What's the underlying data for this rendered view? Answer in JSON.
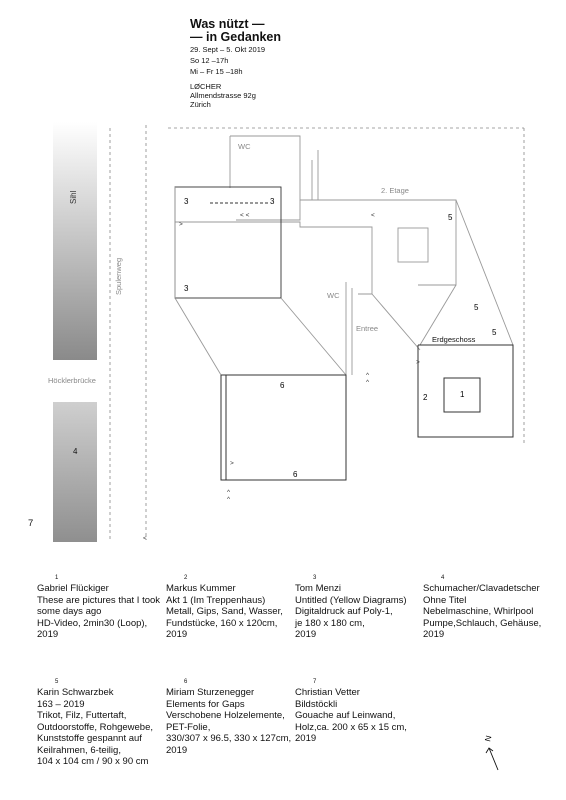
{
  "header": {
    "title_line1": "Was nützt —",
    "title_line2": "— in Gedanken",
    "dates": [
      "29. Sept – 5. Okt 2019",
      "So 12 –17h",
      "Mi – Fr 15 –18h"
    ],
    "venue": [
      "LØCHER",
      "Allmendstrasse 92g",
      "Zürich"
    ]
  },
  "map": {
    "sihl": "Sihl",
    "spulenweg": "Spulenweg",
    "hoecklerbruecke": "Höcklerbrücke",
    "river_number": "4",
    "wc_top": "WC",
    "wc_mid": "WC",
    "etage": "2. Etage",
    "entree": "Entree",
    "erdgeschoss": "Erdgeschoss",
    "room_numbers": {
      "r3a": "3",
      "r3b": "3",
      "r3c": "3",
      "r5a": "5",
      "r5b": "5",
      "r5c": "5",
      "r6a": "6",
      "r6b": "6",
      "r2": "2",
      "r1": "1"
    },
    "arrows": {
      "a1": "< <",
      "a2": "<",
      "a3": ">",
      "a4": ">",
      "a5": "^",
      "a6": "^",
      "a7": ">",
      "a8": "^",
      "a9": "^",
      "a10": "<"
    },
    "north": "N"
  },
  "corner_number": "7",
  "works": [
    {
      "num": "1",
      "lines": [
        "Gabriel Flückiger",
        "These are pictures that I took",
        "some days ago",
        "HD-Video, 2min30 (Loop),",
        "2019"
      ]
    },
    {
      "num": "2",
      "lines": [
        "Markus Kummer",
        "Akt 1 (Im Treppenhaus)",
        "Metall, Gips, Sand, Wasser,",
        "Fundstücke, 160 x 120cm,",
        "2019"
      ]
    },
    {
      "num": "3",
      "lines": [
        "Tom Menzi",
        "Untitled (Yellow Diagrams)",
        "Digitaldruck auf Poly-1,",
        "je 180 x 180 cm,",
        "2019"
      ]
    },
    {
      "num": "4",
      "lines": [
        "Schumacher/Clavadetscher",
        "Ohne Titel",
        "Nebelmaschine,  Whirlpool",
        "Pumpe,Schlauch, Gehäuse,",
        "2019"
      ]
    },
    {
      "num": "5",
      "lines": [
        "Karin Schwarzbek",
        "163 – 2019",
        "Trikot, Filz, Futtertaft,",
        "Outdoorstoffe, Rohgewebe,",
        "Kunststoffe gespannt auf",
        "Keilrahmen, 6-teilig,",
        "104 x 104 cm / 90 x 90 cm"
      ]
    },
    {
      "num": "6",
      "lines": [
        "Miriam Sturzenegger",
        "Elements for Gaps",
        "Verschobene Holzelemente,",
        "PET-Folie,",
        "330/307 x 96.5, 330 x 127cm,",
        "2019"
      ]
    },
    {
      "num": "7",
      "lines": [
        "Christian Vetter",
        "Bildstöckli",
        "Gouache auf Leinwand,",
        "Holz,ca. 200 x 65 x 15 cm,",
        "2019"
      ]
    }
  ]
}
